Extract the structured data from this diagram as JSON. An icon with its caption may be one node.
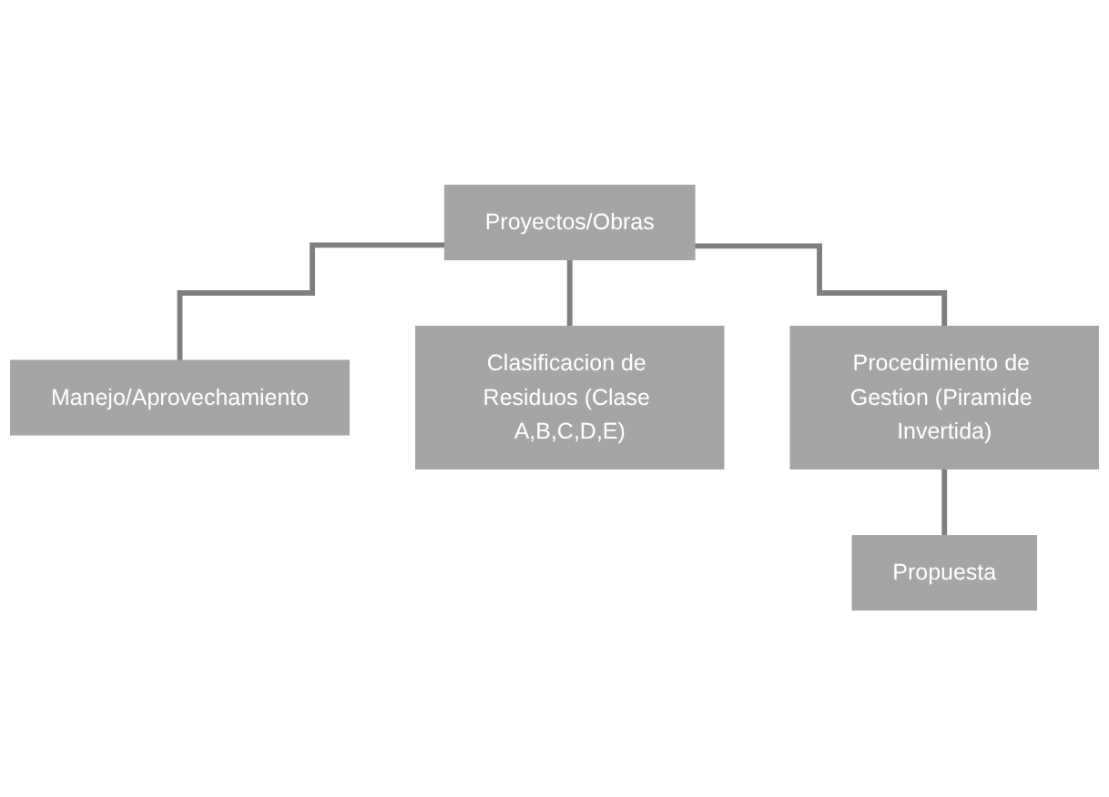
{
  "diagram": {
    "nodes": [
      {
        "text": [
          "Proyectos/Obras"
        ]
      },
      {
        "text": [
          "Manejo/Aprovechamiento"
        ]
      },
      {
        "text": [
          "Clasificacion de Residuos (Clase A,B,C,D,E)"
        ]
      },
      {
        "text": [
          "Procedimiento de Gestion (Piramide Invertida)"
        ]
      },
      {
        "text": [
          "Propuesta"
        ]
      }
    ],
    "edges": [
      {
        "from": 0,
        "to": 1,
        "arrow": "none"
      },
      {
        "from": 0,
        "to": 2,
        "arrow": "none"
      },
      {
        "from": 0,
        "to": 3,
        "arrow": "none"
      },
      {
        "from": 3,
        "to": 4,
        "arrow": "none"
      }
    ]
  }
}
